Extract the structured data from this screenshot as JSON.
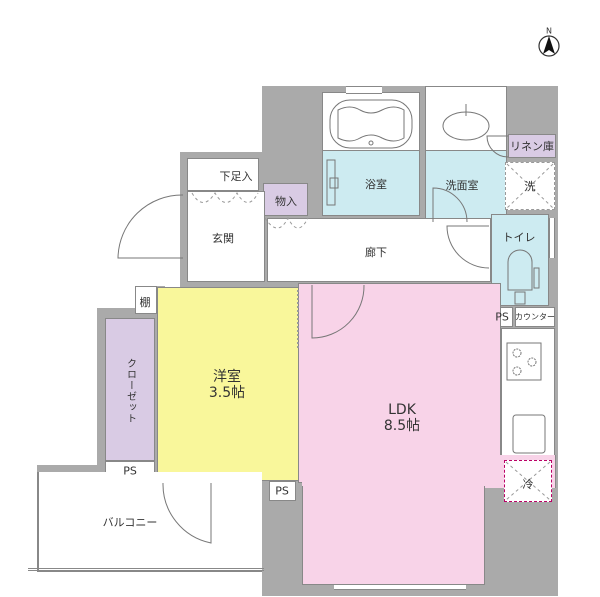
{
  "compass": {
    "label": "N"
  },
  "rooms": {
    "western_room": {
      "name": "洋室",
      "size": "3.5帖",
      "label": "洋室\n3.5帖"
    },
    "ldk": {
      "name": "LDK",
      "size": "8.5帖",
      "label": "LDK\n8.5帖"
    },
    "bathroom": {
      "label": "浴室"
    },
    "washroom": {
      "label": "洗面室"
    },
    "linen_storage": {
      "label": "リネン庫"
    },
    "washer": {
      "label": "洗"
    },
    "toilet": {
      "label": "トイレ"
    },
    "ps_toilet": {
      "label": "PS"
    },
    "counter": {
      "label": "カウンター"
    },
    "shoe_storage": {
      "label": "下足入"
    },
    "storage": {
      "label": "物入"
    },
    "entrance": {
      "label": "玄関"
    },
    "hallway": {
      "label": "廊下"
    },
    "shelf": {
      "label": "棚"
    },
    "closet": {
      "label": "クローゼット"
    },
    "ps_closet": {
      "label": "PS"
    },
    "ps_ldk": {
      "label": "PS"
    },
    "balcony": {
      "label": "バルコニー"
    },
    "fridge": {
      "label": "冷"
    }
  },
  "colors": {
    "wall": "#aaaaaa",
    "wet_area": "#cdebf1",
    "western_room": "#f9f79b",
    "ldk": "#f8d3e8",
    "storage": "#d9cbe4"
  }
}
